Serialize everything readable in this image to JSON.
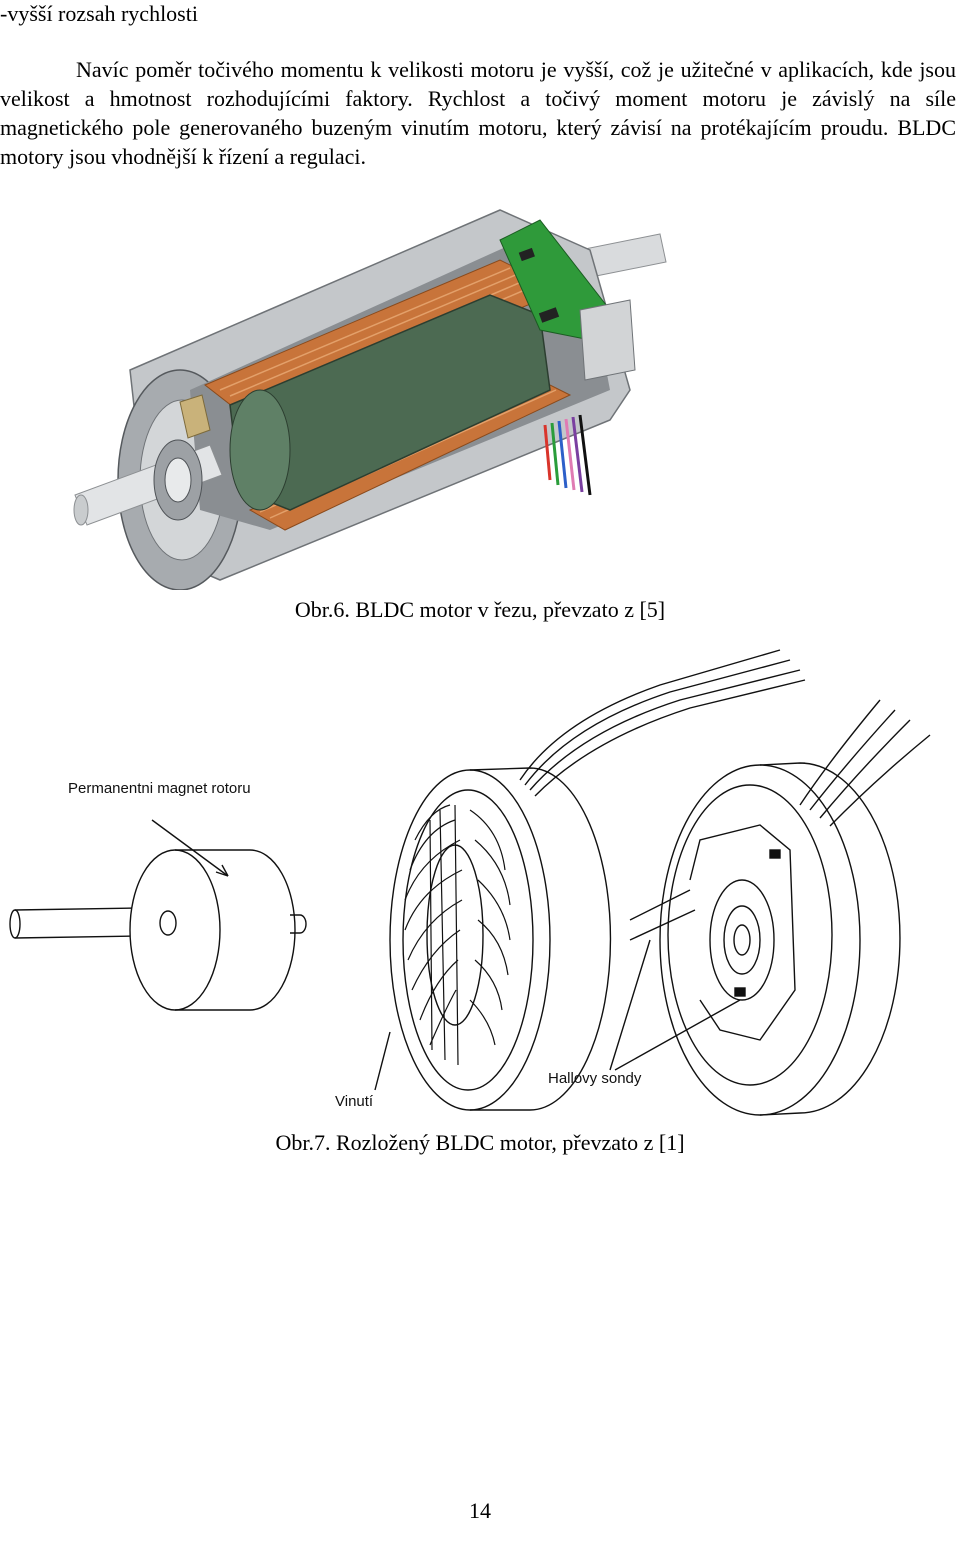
{
  "bullet_line": "-vyšší rozsah rychlosti",
  "paragraph": "Navíc poměr točivého momentu k velikosti motoru je vyšší, což je užitečné v aplikacích, kde jsou velikost a hmotnost rozhodujícími faktory. Rychlost a točivý moment motoru je závislý na síle magnetického pole generovaného buzeným vinutím motoru, který závisí na protékajícím proudu. BLDC motory jsou vhodnější k řízení a regulaci.",
  "figure6": {
    "caption": "Obr.6. BLDC motor v řezu, převzato z [5]"
  },
  "figure7": {
    "caption": "Obr.7. Rozložený BLDC motor, převzato z [1]",
    "label_rotor": "Permanentni magnet rotoru",
    "label_winding": "Vinutí",
    "label_hall": "Hallovy sondy"
  },
  "page_number": "14",
  "colors": {
    "winding_copper": "#c8743a",
    "rotor_green": "#4c6a52",
    "pcb_green": "#2f9a3a",
    "housing_gray": "#b9bcbf"
  }
}
